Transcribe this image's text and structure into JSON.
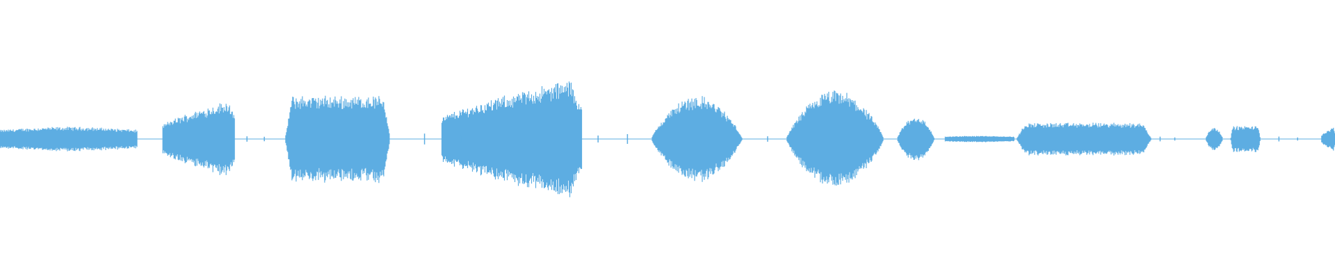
{
  "waveform": {
    "color": "#5dade2",
    "background": "#ffffff",
    "duration_ratio_segments": [
      {
        "start": 0.0,
        "end": 0.103,
        "amp": 0.045,
        "shape": "flat"
      },
      {
        "start": 0.122,
        "end": 0.176,
        "amp": 0.15,
        "shape": "rise"
      },
      {
        "start": 0.214,
        "end": 0.292,
        "amp": 0.16,
        "shape": "plateau"
      },
      {
        "start": 0.331,
        "end": 0.436,
        "amp": 0.23,
        "shape": "rise"
      },
      {
        "start": 0.488,
        "end": 0.556,
        "amp": 0.16,
        "shape": "hump"
      },
      {
        "start": 0.589,
        "end": 0.662,
        "amp": 0.18,
        "shape": "hump"
      },
      {
        "start": 0.672,
        "end": 0.7,
        "amp": 0.085,
        "shape": "hump"
      },
      {
        "start": 0.708,
        "end": 0.76,
        "amp": 0.012,
        "shape": "flat"
      },
      {
        "start": 0.762,
        "end": 0.862,
        "amp": 0.06,
        "shape": "plateau"
      },
      {
        "start": 0.903,
        "end": 0.916,
        "amp": 0.045,
        "shape": "hump"
      },
      {
        "start": 0.922,
        "end": 0.944,
        "amp": 0.048,
        "shape": "plateau"
      },
      {
        "start": 0.99,
        "end": 1.0,
        "amp": 0.045,
        "shape": "rise"
      }
    ]
  }
}
